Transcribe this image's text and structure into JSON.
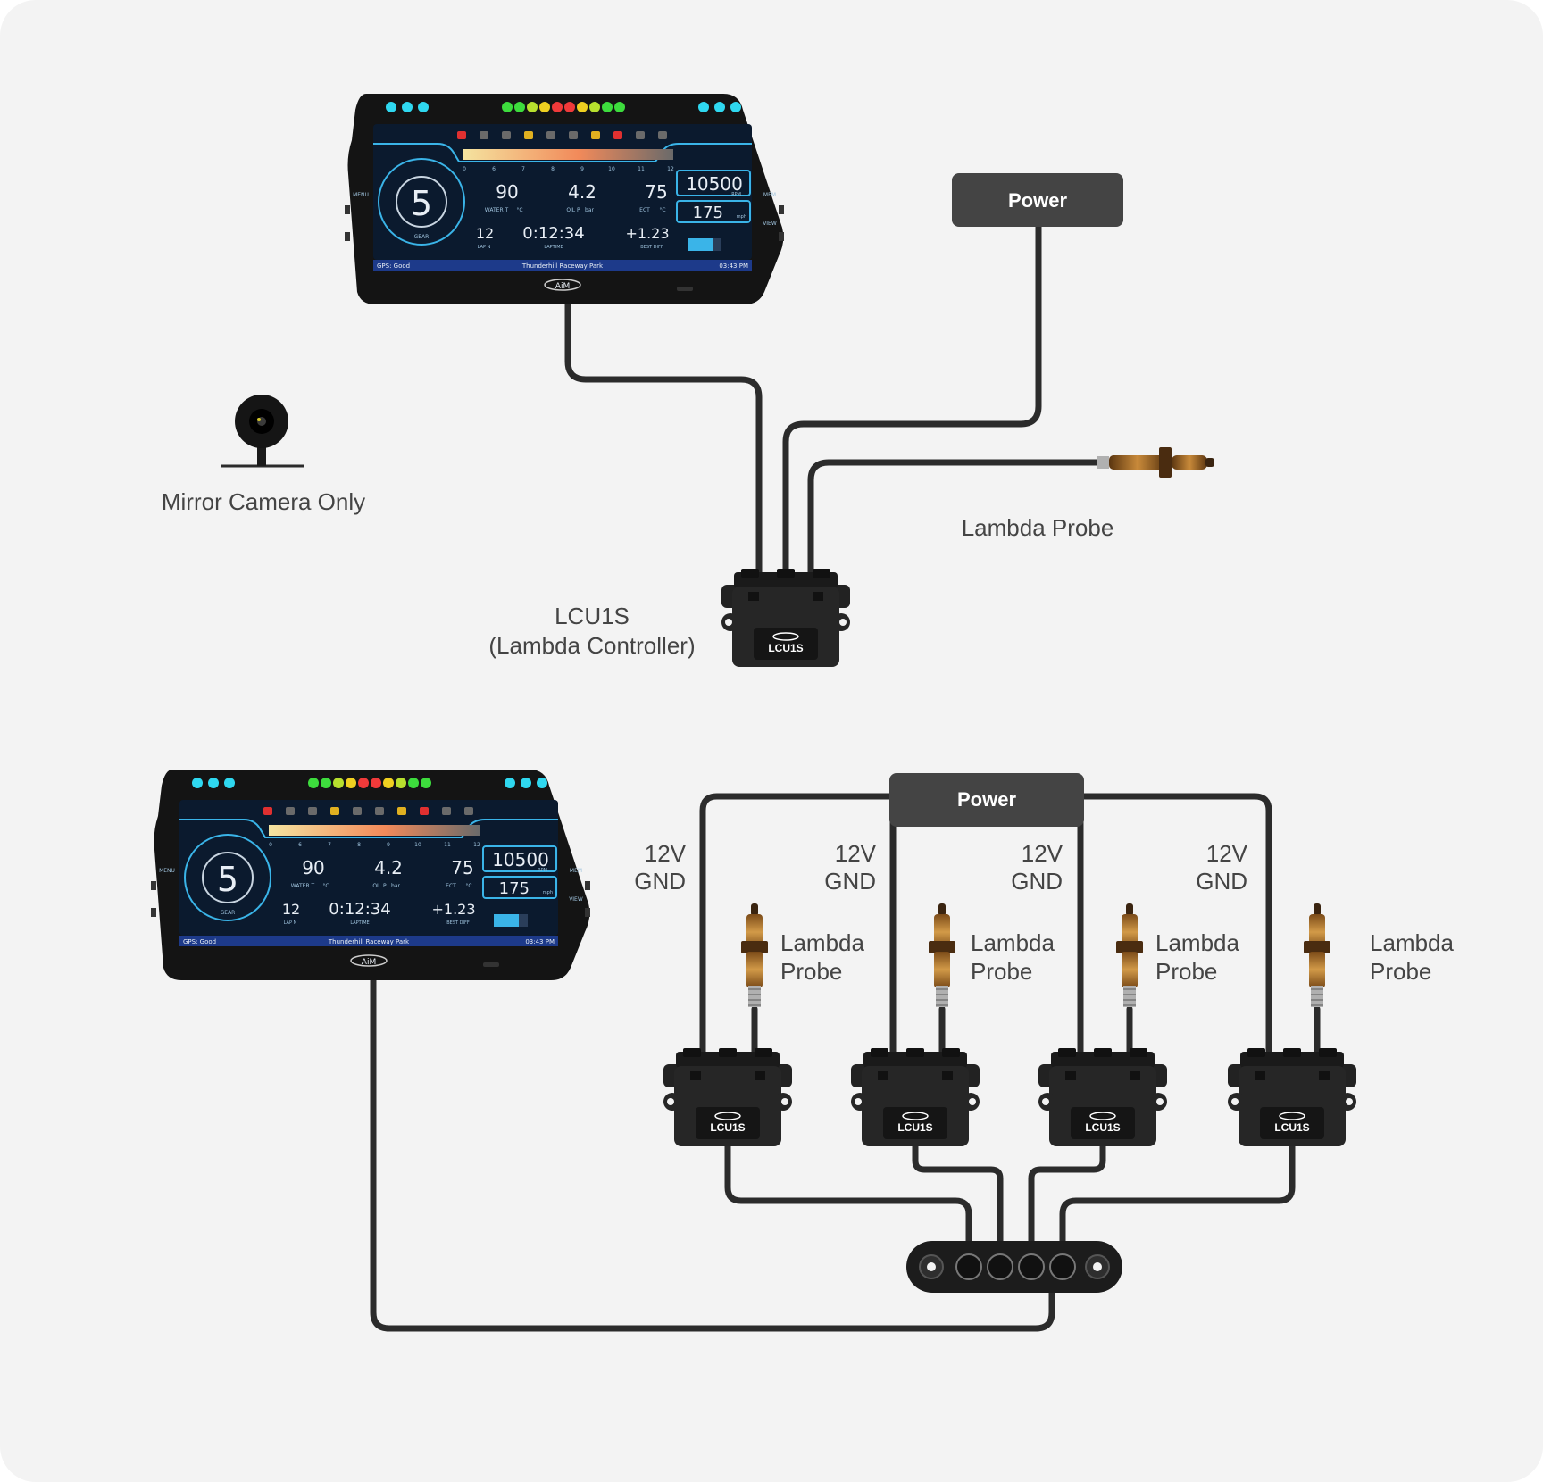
{
  "diagram": {
    "top": {
      "power_label": "Power",
      "camera_label": "Mirror Camera Only",
      "lambda_label": "Lambda Probe",
      "controller_label_1": "LCU1S",
      "controller_label_2": "(Lambda Controller)",
      "controller_badge": "LCU1S"
    },
    "bottom": {
      "power_label": "Power",
      "units": [
        {
          "v_label": "12V",
          "gnd_label": "GND",
          "probe_1": "Lambda",
          "probe_2": "Probe",
          "badge": "LCU1S"
        },
        {
          "v_label": "12V",
          "gnd_label": "GND",
          "probe_1": "Lambda",
          "probe_2": "Probe",
          "badge": "LCU1S"
        },
        {
          "v_label": "12V",
          "gnd_label": "GND",
          "probe_1": "Lambda",
          "probe_2": "Probe",
          "badge": "LCU1S"
        },
        {
          "v_label": "12V",
          "gnd_label": "GND",
          "probe_1": "Lambda",
          "probe_2": "Probe",
          "badge": "LCU1S"
        }
      ]
    }
  },
  "dash": {
    "gear": "5",
    "gear_label": "GEAR",
    "water": "90",
    "water_label": "WATER T",
    "water_unit": "°C",
    "oil": "4.2",
    "oil_label": "OIL P",
    "oil_unit": "bar",
    "ect": "75",
    "ect_label": "ECT",
    "ect_unit": "°C",
    "rpm": "10500",
    "rpm_label": "RPM",
    "speed": "175",
    "speed_unit": "mph",
    "lap": "12",
    "lap_label": "LAP N",
    "laptime": "0:12:34",
    "laptime_label": "LAPTIME",
    "best": "+1.23",
    "best_label": "BEST DIFF",
    "gps": "GPS: Good",
    "track": "Thunderhill Raceway Park",
    "clock": "03:43 PM",
    "menu": "MENU",
    "mem": "MEM",
    "view": "VIEW",
    "ticks": [
      "0",
      "6",
      "7",
      "8",
      "9",
      "10",
      "11",
      "12"
    ],
    "brand": "AiM"
  },
  "colors": {
    "background": "#f3f3f3",
    "wire": "#2b2b2b",
    "power_box": "#444444",
    "screen": "#0b1a2e",
    "accent": "#3ab4e8"
  }
}
